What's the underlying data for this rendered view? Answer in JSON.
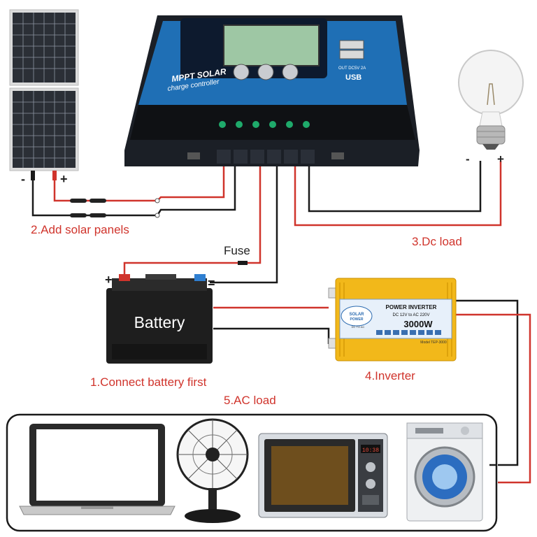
{
  "controller": {
    "title_line1": "MPPT SOLAR",
    "title_line2": "charge controller",
    "usb_spec": "OUT DC5V 2A",
    "usb_label": "USB"
  },
  "labels": {
    "add_solar_panels": "2.Add solar panels",
    "dc_load": "3.Dc load",
    "fuse": "Fuse",
    "connect_battery_first": "1.Connect battery first",
    "inverter": "4.Inverter",
    "ac_load": "5.AC load"
  },
  "battery": {
    "label": "Battery",
    "plus": "+",
    "minus": "="
  },
  "bulb": {
    "minus": "-",
    "plus": "+"
  },
  "panel": {
    "minus": "-",
    "plus": "+"
  },
  "inverter": {
    "brand_line1": "SOLAR",
    "brand_line2": "POWER",
    "brand_line3": "DC TO AC",
    "title": "POWER INVERTER",
    "subtitle": "DC 12V to AC 220V",
    "wattage": "3000W",
    "model": "Model TEP-3000"
  },
  "microwave": {
    "display": "10:38"
  },
  "colors": {
    "wire_red": "#d0342c",
    "wire_black": "#1a1a1a",
    "controller_blue": "#1f6fb5",
    "inverter_yellow": "#f2b81a",
    "label_red": "#d0342c"
  }
}
